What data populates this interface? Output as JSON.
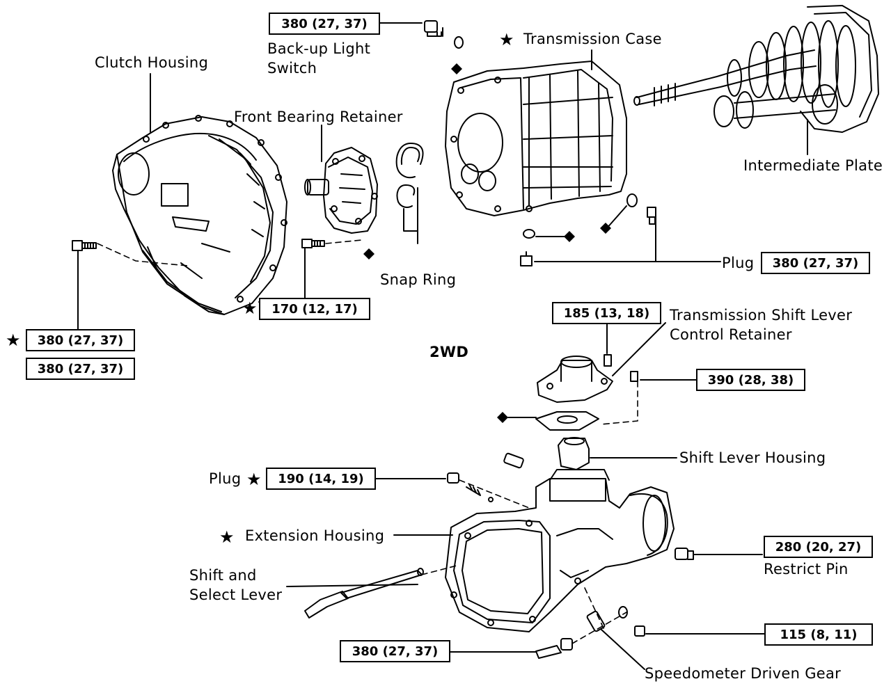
{
  "labels": {
    "clutch_housing": "Clutch Housing",
    "front_bearing_retainer": "Front Bearing Retainer",
    "backup_light_switch": "Back-up Light\nSwitch",
    "transmission_case": "Transmission Case",
    "intermediate_plate": "Intermediate Plate",
    "snap_ring": "Snap Ring",
    "plug_top": "Plug",
    "shift_lever_retainer": "Transmission Shift Lever\nControl Retainer",
    "model": "2WD",
    "shift_lever_housing": "Shift Lever Housing",
    "plug_bottom": "Plug",
    "extension_housing": "Extension Housing",
    "shift_select_lever": "Shift and\nSelect Lever",
    "restrict_pin": "Restrict Pin",
    "speedometer_driven_gear": "Speedometer Driven Gear"
  },
  "torque": {
    "backup_switch": "380 (27, 37)",
    "plug_top": "380 (27, 37)",
    "front_bearing_bolt": "170 (12, 17)",
    "clutch_bolt_star": "380 (27, 37)",
    "clutch_bolt": "380 (27, 37)",
    "retainer_bolt": "185 (13, 18)",
    "shift_housing_bolt": "390 (28, 38)",
    "plug_bottom": "190 (14, 19)",
    "restrict_pin": "280 (20, 27)",
    "speedo_bolt": "115 (8, 11)",
    "extension_bolt": "380 (27, 37)"
  },
  "symbols": {
    "star": "★",
    "star_meaning": "star-icon",
    "diamond_meaning": "diamond-icon"
  }
}
